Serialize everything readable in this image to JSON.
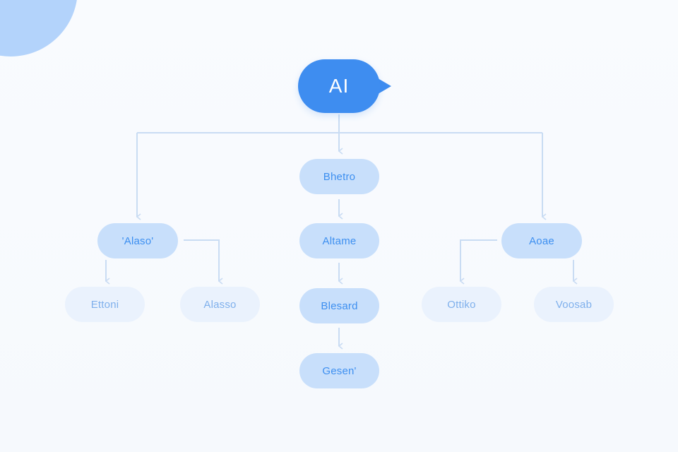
{
  "diagram": {
    "root": {
      "label": "AI"
    },
    "nodes": [
      {
        "id": "center-1",
        "label": "Bhetro"
      },
      {
        "id": "center-2",
        "label": "Altame"
      },
      {
        "id": "center-3",
        "label": "Blesard"
      },
      {
        "id": "center-4",
        "label": "Gesen'"
      },
      {
        "id": "left-1",
        "label": "'Alaso'"
      },
      {
        "id": "left-2a",
        "label": "Ettoni"
      },
      {
        "id": "left-2b",
        "label": "Alasso"
      },
      {
        "id": "right-1",
        "label": "Aoae"
      },
      {
        "id": "right-2a",
        "label": "Ottiko"
      },
      {
        "id": "right-2b",
        "label": "Voosab"
      }
    ],
    "edges": [
      {
        "from": "root",
        "to": "center-1"
      },
      {
        "from": "root",
        "to": "left-1"
      },
      {
        "from": "root",
        "to": "right-1"
      },
      {
        "from": "center-1",
        "to": "center-2"
      },
      {
        "from": "center-2",
        "to": "center-3"
      },
      {
        "from": "center-3",
        "to": "center-4"
      },
      {
        "from": "left-1",
        "to": "left-2a"
      },
      {
        "from": "left-1",
        "to": "left-2b"
      },
      {
        "from": "right-1",
        "to": "right-2a"
      },
      {
        "from": "right-1",
        "to": "right-2b"
      }
    ],
    "colors": {
      "root_fill": "#3e8df0",
      "level1_fill": "#c8dffb",
      "level2_fill": "#eaf2fd",
      "connector": "#c9dcf3",
      "accent_blob": "#b3d3fb"
    }
  }
}
